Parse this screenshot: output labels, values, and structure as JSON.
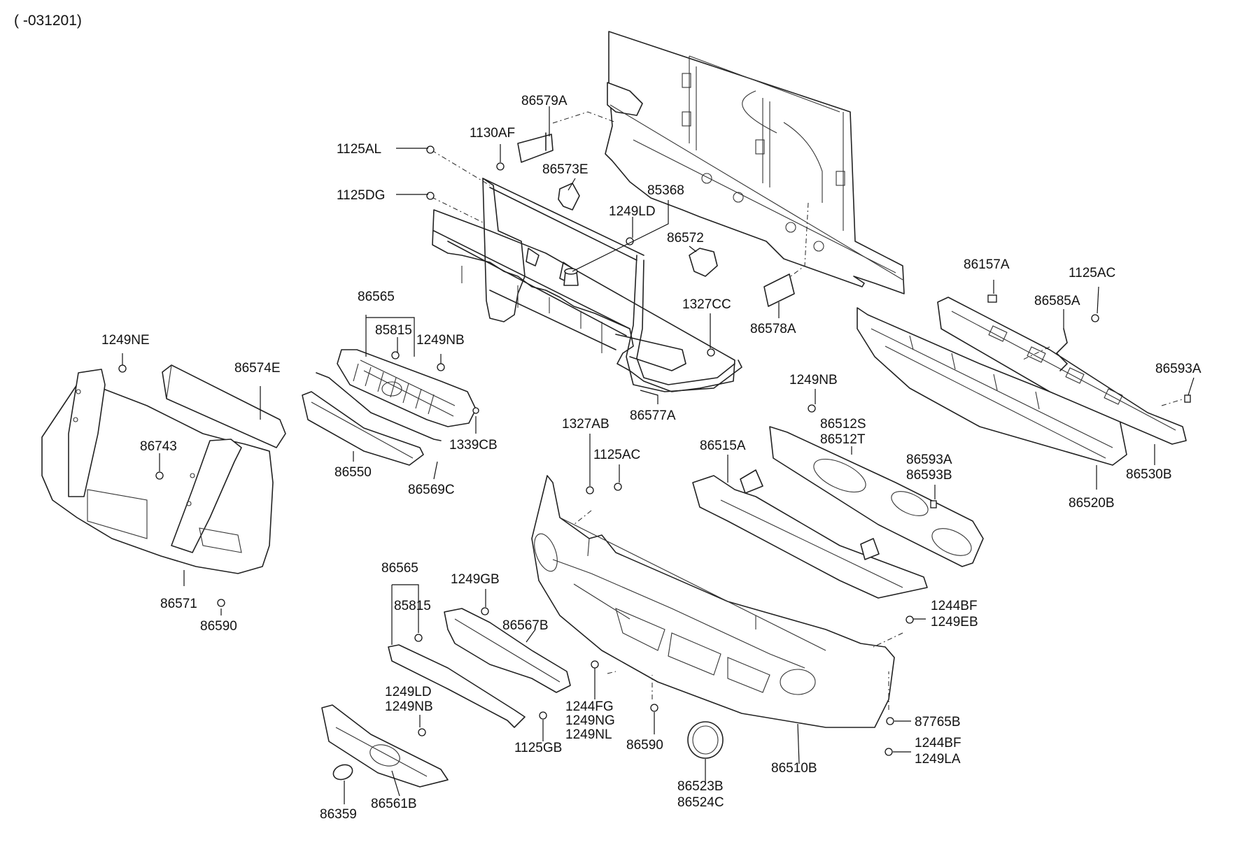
{
  "header": {
    "code": "( -031201)"
  },
  "parts": [
    {
      "id": "p1125AL",
      "number": "1125AL"
    },
    {
      "id": "p1130AF",
      "number": "1130AF"
    },
    {
      "id": "p86579A",
      "number": "86579A"
    },
    {
      "id": "p1125DG",
      "number": "1125DG"
    },
    {
      "id": "p86573E",
      "number": "86573E"
    },
    {
      "id": "p85368",
      "number": "85368"
    },
    {
      "id": "p1249LD_top",
      "number": "1249LD"
    },
    {
      "id": "p86572",
      "number": "86572"
    },
    {
      "id": "p1327CC",
      "number": "1327CC"
    },
    {
      "id": "p86578A",
      "number": "86578A"
    },
    {
      "id": "p86577A",
      "number": "86577A"
    },
    {
      "id": "p86565_top",
      "number": "86565"
    },
    {
      "id": "p85815_top",
      "number": "85815"
    },
    {
      "id": "p1249NB_grille",
      "number": "1249NB"
    },
    {
      "id": "p1339CB",
      "number": "1339CB"
    },
    {
      "id": "p86550",
      "number": "86550"
    },
    {
      "id": "p86569C",
      "number": "86569C"
    },
    {
      "id": "p1249NE",
      "number": "1249NE"
    },
    {
      "id": "p86574E",
      "number": "86574E"
    },
    {
      "id": "p86743",
      "number": "86743"
    },
    {
      "id": "p86571",
      "number": "86571"
    },
    {
      "id": "p86590_left",
      "number": "86590"
    },
    {
      "id": "p86157A",
      "number": "86157A"
    },
    {
      "id": "p1125AC_right",
      "number": "1125AC"
    },
    {
      "id": "p86585A",
      "number": "86585A"
    },
    {
      "id": "p86593A_right",
      "number": "86593A"
    },
    {
      "id": "p86530B",
      "number": "86530B"
    },
    {
      "id": "p86520B",
      "number": "86520B"
    },
    {
      "id": "p1249NB_mid",
      "number": "1249NB"
    },
    {
      "id": "p86512S",
      "number": "86512S"
    },
    {
      "id": "p86512T",
      "number": "86512T"
    },
    {
      "id": "p86515A",
      "number": "86515A"
    },
    {
      "id": "p86593A_mid",
      "number": "86593A"
    },
    {
      "id": "p86593B",
      "number": "86593B"
    },
    {
      "id": "p1327AB",
      "number": "1327AB"
    },
    {
      "id": "p1125AC_mid",
      "number": "1125AC"
    },
    {
      "id": "p1244BF_a",
      "number": "1244BF"
    },
    {
      "id": "p1249EB",
      "number": "1249EB"
    },
    {
      "id": "p87765B",
      "number": "87765B"
    },
    {
      "id": "p1244BF_b",
      "number": "1244BF"
    },
    {
      "id": "p1249LA",
      "number": "1249LA"
    },
    {
      "id": "p86510B",
      "number": "86510B"
    },
    {
      "id": "p86523B",
      "number": "86523B"
    },
    {
      "id": "p86524C",
      "number": "86524C"
    },
    {
      "id": "p86590_mid",
      "number": "86590"
    },
    {
      "id": "p1244FG",
      "number": "1244FG"
    },
    {
      "id": "p1249NG",
      "number": "1249NG"
    },
    {
      "id": "p1249NL",
      "number": "1249NL"
    },
    {
      "id": "p86565_bot",
      "number": "86565"
    },
    {
      "id": "p85815_bot",
      "number": "85815"
    },
    {
      "id": "p1249GB",
      "number": "1249GB"
    },
    {
      "id": "p86567B",
      "number": "86567B"
    },
    {
      "id": "p1125GB",
      "number": "1125GB"
    },
    {
      "id": "p1249LD_bot",
      "number": "1249LD"
    },
    {
      "id": "p1249NB_bot",
      "number": "1249NB"
    },
    {
      "id": "p86561B",
      "number": "86561B"
    },
    {
      "id": "p86359",
      "number": "86359"
    }
  ]
}
